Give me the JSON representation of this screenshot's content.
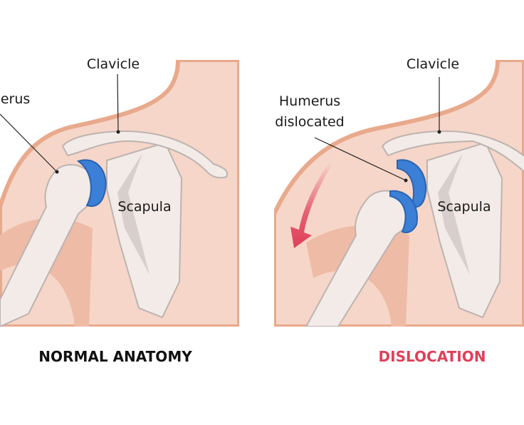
{
  "panels": [
    {
      "caption": "NORMAL ANATOMY",
      "labels": {
        "clavicle": "Clavicle",
        "humerus": "Humerus",
        "scapula": "Scapula"
      }
    },
    {
      "caption": "DISLOCATION",
      "labels": {
        "clavicle": "Clavicle",
        "humerus_line1": "Humerus",
        "humerus_line2": "dislocated",
        "scapula": "Scapula"
      }
    }
  ],
  "colors": {
    "skin": "#f6d6c8",
    "skin_edge": "#e8a98c",
    "bone": "#f3ebe8",
    "cartilage": "#3b7fd6",
    "arrow": "#e0405a",
    "caption_normal": "#111111",
    "caption_dislocation": "#e0405a"
  },
  "icons": {
    "direction_arrow": "curved-down-arrow-icon"
  }
}
